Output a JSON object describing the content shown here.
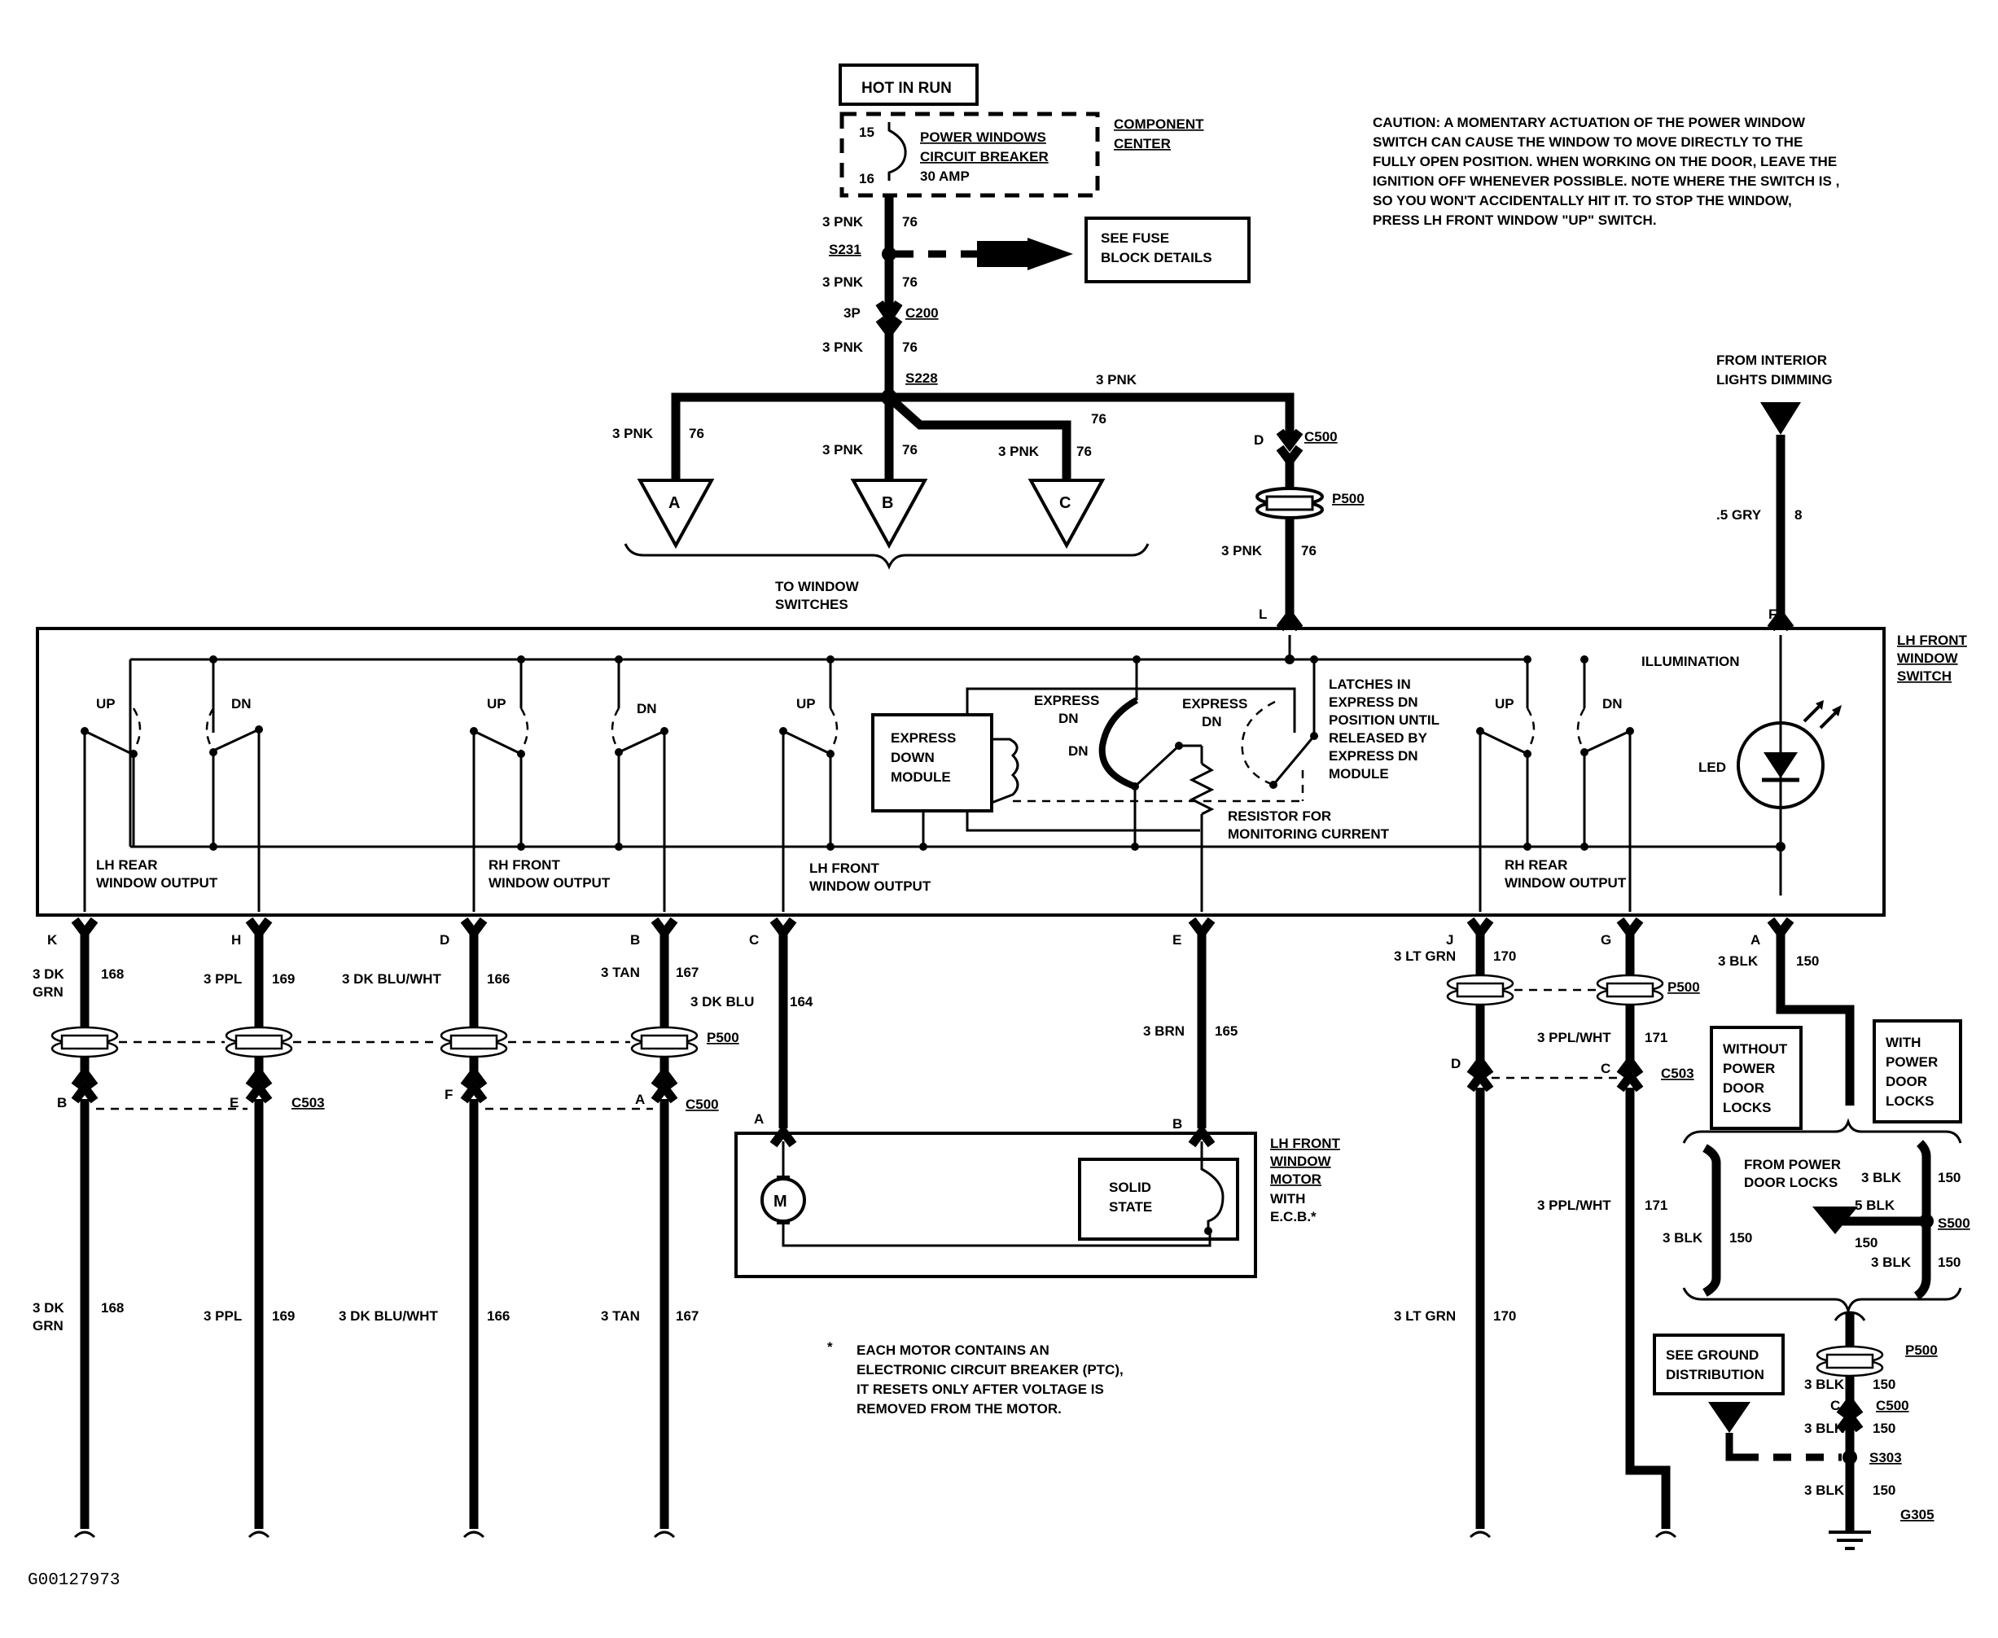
{
  "top": {
    "hot_in_run": "HOT IN RUN",
    "breaker_line1": "POWER WINDOWS",
    "breaker_line2": "CIRCUIT BREAKER",
    "breaker_line3": "30 AMP",
    "breaker_pin_top": "15",
    "breaker_pin_bottom": "16",
    "component_center_1": "COMPONENT",
    "component_center_2": "CENTER",
    "see_fuse_1": "SEE FUSE",
    "see_fuse_2": "BLOCK DETAILS",
    "wire_3pnk": "3 PNK",
    "circuit_76": "76",
    "s231": "S231",
    "s228": "S228",
    "c200_pin": "3P",
    "c200": "C200",
    "branch_a": "A",
    "branch_b": "B",
    "branch_c": "C",
    "to_window_1": "TO WINDOW",
    "to_window_2": "SWITCHES",
    "c500_pin_d": "D",
    "c500": "C500",
    "p500": "P500"
  },
  "caution": {
    "line1": "CAUTION: A MOMENTARY ACTUATION OF THE POWER WINDOW",
    "line2": "SWITCH CAN CAUSE THE WINDOW TO MOVE DIRECTLY TO THE",
    "line3": "FULLY OPEN POSITION. WHEN WORKING ON THE DOOR, LEAVE THE",
    "line4": "IGNITION OFF WHENEVER POSSIBLE. NOTE WHERE THE SWITCH IS ,",
    "line5": "SO  YOU WON'T ACCIDENTALLY  HIT IT. TO STOP THE WINDOW,",
    "line6": "PRESS LH FRONT WINDOW \"UP\" SWITCH."
  },
  "dimming": {
    "line1": "FROM INTERIOR",
    "line2": "LIGHTS DIMMING",
    "wire": ".5 GRY",
    "circuit": "8"
  },
  "switch": {
    "title_1": "LH FRONT",
    "title_2": "WINDOW",
    "title_3": "SWITCH",
    "pin_l": "L",
    "pin_f": "F",
    "illumination": "ILLUMINATION",
    "led": "LED",
    "up": "UP",
    "dn": "DN",
    "express_dn": "EXPRESS",
    "express_dn_2": "DN",
    "express_module_1": "EXPRESS",
    "express_module_2": "DOWN",
    "express_module_3": "MODULE",
    "latch_1": "LATCHES IN",
    "latch_2": "EXPRESS DN",
    "latch_3": "POSITION UNTIL",
    "latch_4": "RELEASED BY",
    "latch_5": "EXPRESS DN",
    "latch_6": "MODULE",
    "resistor_1": "RESISTOR FOR",
    "resistor_2": "MONITORING CURRENT",
    "out_lh_rear_1": "LH REAR",
    "out_lh_rear_2": "WINDOW OUTPUT",
    "out_rh_front_1": "RH FRONT",
    "out_rh_front_2": "WINDOW OUTPUT",
    "out_lh_front_1": "LH FRONT",
    "out_lh_front_2": "WINDOW OUTPUT",
    "out_rh_rear_1": "RH REAR",
    "out_rh_rear_2": "WINDOW OUTPUT"
  },
  "wires": {
    "k_pin": "K",
    "k_wire_1": "3 DK",
    "k_wire_2": "GRN",
    "k_num": "168",
    "h_pin": "H",
    "h_wire": "3 PPL",
    "h_num": "169",
    "d_pin": "D",
    "d_wire": "3 DK BLU/WHT",
    "d_num": "166",
    "b_pin": "B",
    "b_wire": "3 TAN",
    "b_num": "167",
    "c_pin": "C",
    "c_wire": "3 DK BLU",
    "c_num": "164",
    "e_pin": "E",
    "e_wire": "3 BRN",
    "e_num": "165",
    "j_pin": "J",
    "j_wire": "3 LT GRN",
    "j_num": "170",
    "g_pin": "G",
    "g_wire": "3 PPL/WHT",
    "g_num": "171",
    "a_pin": "A",
    "a_wire": "3 BLK",
    "a_num": "150",
    "c503": "C503",
    "c500": "C500",
    "p500": "P500",
    "lower_b": "B",
    "lower_e": "E",
    "lower_f": "F",
    "lower_a": "A",
    "lower_d": "D",
    "lower_c": "C"
  },
  "motor": {
    "title_1": "LH FRONT",
    "title_2": "WINDOW",
    "title_3": "MOTOR",
    "title_4": "WITH",
    "title_5": "E.C.B.*",
    "pin_a": "A",
    "pin_b": "B",
    "m": "M",
    "solid_1": "SOLID",
    "solid_2": "STATE",
    "note_star": "*",
    "note_1": "EACH MOTOR CONTAINS AN",
    "note_2": "ELECTRONIC CIRCUIT BREAKER (PTC),",
    "note_3": "IT RESETS ONLY AFTER VOLTAGE IS",
    "note_4": "REMOVED FROM THE MOTOR."
  },
  "ground": {
    "without_1": "WITHOUT",
    "without_2": "POWER",
    "without_3": "DOOR",
    "without_4": "LOCKS",
    "with_1": "WITH",
    "with_2": "POWER",
    "with_3": "DOOR",
    "with_4": "LOCKS",
    "from_locks_1": "FROM POWER",
    "from_locks_2": "DOOR LOCKS",
    "wire_3blk": "3 BLK",
    "wire_5blk": "5 BLK",
    "num_150": "150",
    "s500": "S500",
    "see_ground_1": "SEE GROUND",
    "see_ground_2": "DISTRIBUTION",
    "p500": "P500",
    "c500_pin": "C",
    "c500": "C500",
    "s303": "S303",
    "g305": "G305"
  },
  "reference": "G00127973"
}
